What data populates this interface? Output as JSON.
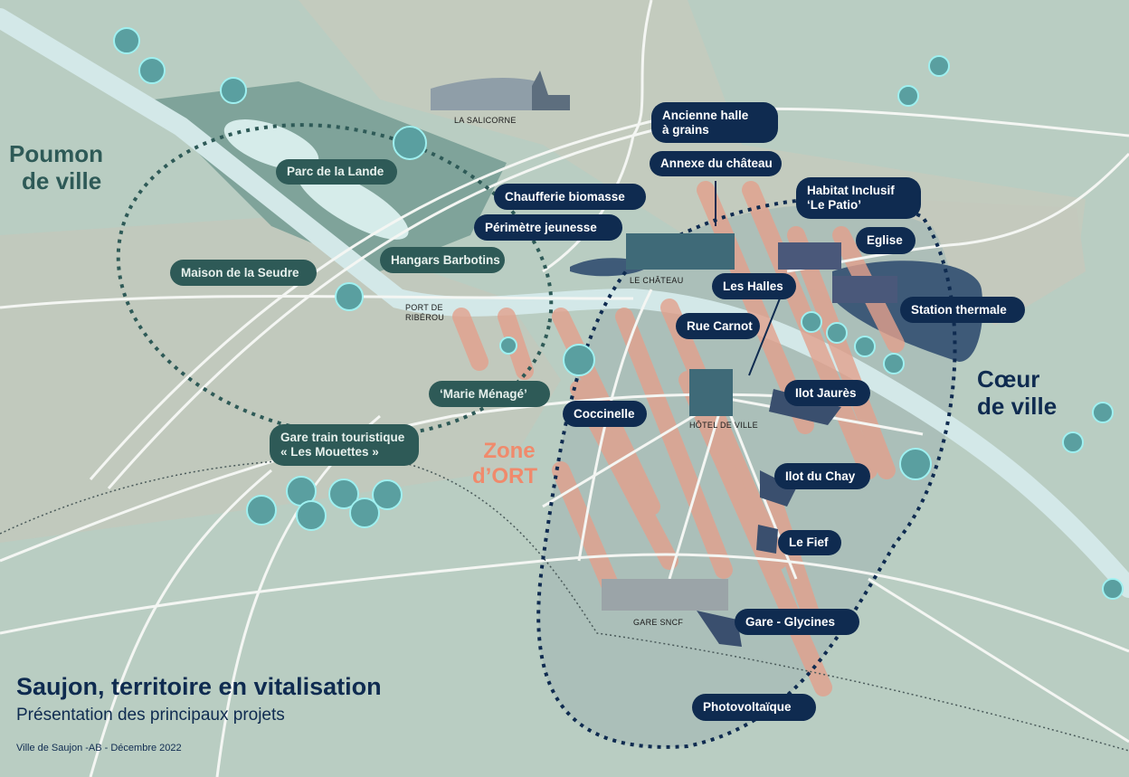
{
  "title": "Saujon, territoire en vitalisation",
  "subtitle": "Présentation des principaux projets",
  "credit": "Ville de Saujon -AB - Décembre 2022",
  "zones": {
    "poumon": [
      "Poumon",
      "de ville"
    ],
    "coeur": [
      "Cœur",
      "de ville"
    ],
    "ort": [
      "Zone",
      "d’ORT"
    ]
  },
  "places": {
    "salicorne": "LA SALICORNE",
    "chateau": "LE CHÂTEAU",
    "port": [
      "PORT DE",
      "RIBÉROU"
    ],
    "hotel": "HÔTEL DE VILLE",
    "gare": "GARE SNCF"
  },
  "projects": [
    [
      "Ancienne halle",
      "à grains"
    ],
    "Annexe du château",
    "Chaufferie biomasse",
    "Périmètre jeunesse",
    [
      "Habitat Inclusif",
      "‘Le Patio’"
    ],
    "Eglise",
    "Les Halles",
    "Station thermale",
    "Rue Carnot",
    "Ilot Jaurès",
    "Coccinelle",
    "Ilot du Chay",
    "Le Fief",
    "Gare - Glycines",
    "Photovoltaïque"
  ],
  "green_projects": [
    "Parc de la Lande",
    "Hangars Barbotins",
    "Maison de la Seudre",
    "‘Marie Ménagé’",
    [
      "Gare train touristique",
      "« Les Mouettes »"
    ]
  ],
  "colors": {
    "navy": "#0f2b50",
    "green": "#2e5a57",
    "ort": "#f08a6c",
    "river": "#d3e8e8"
  }
}
